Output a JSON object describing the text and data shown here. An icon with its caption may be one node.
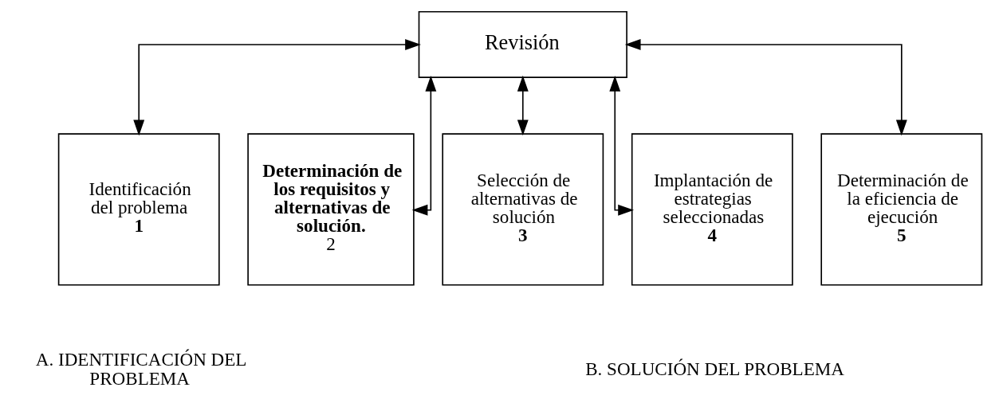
{
  "diagram": {
    "nodes": [
      {
        "text": [
          "Revisión"
        ]
      },
      {
        "text": [
          "Identificación del problema",
          "1"
        ]
      },
      {
        "text": [
          "Determinación de los requisitos y alternativas de solución.",
          "2"
        ]
      },
      {
        "text": [
          "Selección de alternativas de solución",
          "3"
        ]
      },
      {
        "text": [
          "Implantación de estrategias seleccionadas",
          "4"
        ]
      },
      {
        "text": [
          "Determinación de la eficiencia de ejecución",
          "5"
        ]
      }
    ],
    "edges": [
      {
        "from": 0,
        "to": 1,
        "arrow": "both"
      },
      {
        "from": 0,
        "to": 2,
        "arrow": "both"
      },
      {
        "from": 0,
        "to": 3,
        "arrow": "both"
      },
      {
        "from": 0,
        "to": 4,
        "arrow": "both"
      },
      {
        "from": 0,
        "to": 5,
        "arrow": "both"
      }
    ],
    "labels": [
      "A. IDENTIFICACIÓN DEL PROBLEMA",
      "B. SOLUCIÓN DEL PROBLEMA"
    ]
  }
}
